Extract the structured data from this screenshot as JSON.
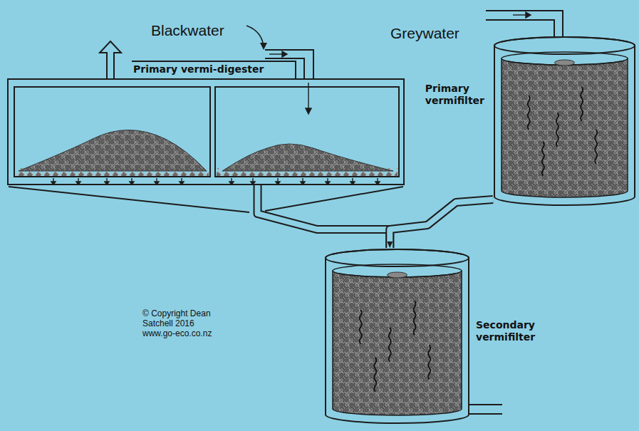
{
  "diagram": {
    "nodes": [
      {
        "text": [
          "Primary vermi-digester"
        ]
      },
      {
        "text": [
          "Primary vermifilter"
        ]
      },
      {
        "text": [
          "Secondary vermifilter"
        ]
      }
    ],
    "edges": [
      {
        "from": 0,
        "to": 2,
        "arrow": "to"
      },
      {
        "from": 1,
        "to": 2,
        "arrow": "to"
      }
    ],
    "labels": [
      "Blackwater",
      "Greywater",
      "© Copyright Dean Satchell 2016 www.go-eco.co.nz"
    ]
  }
}
